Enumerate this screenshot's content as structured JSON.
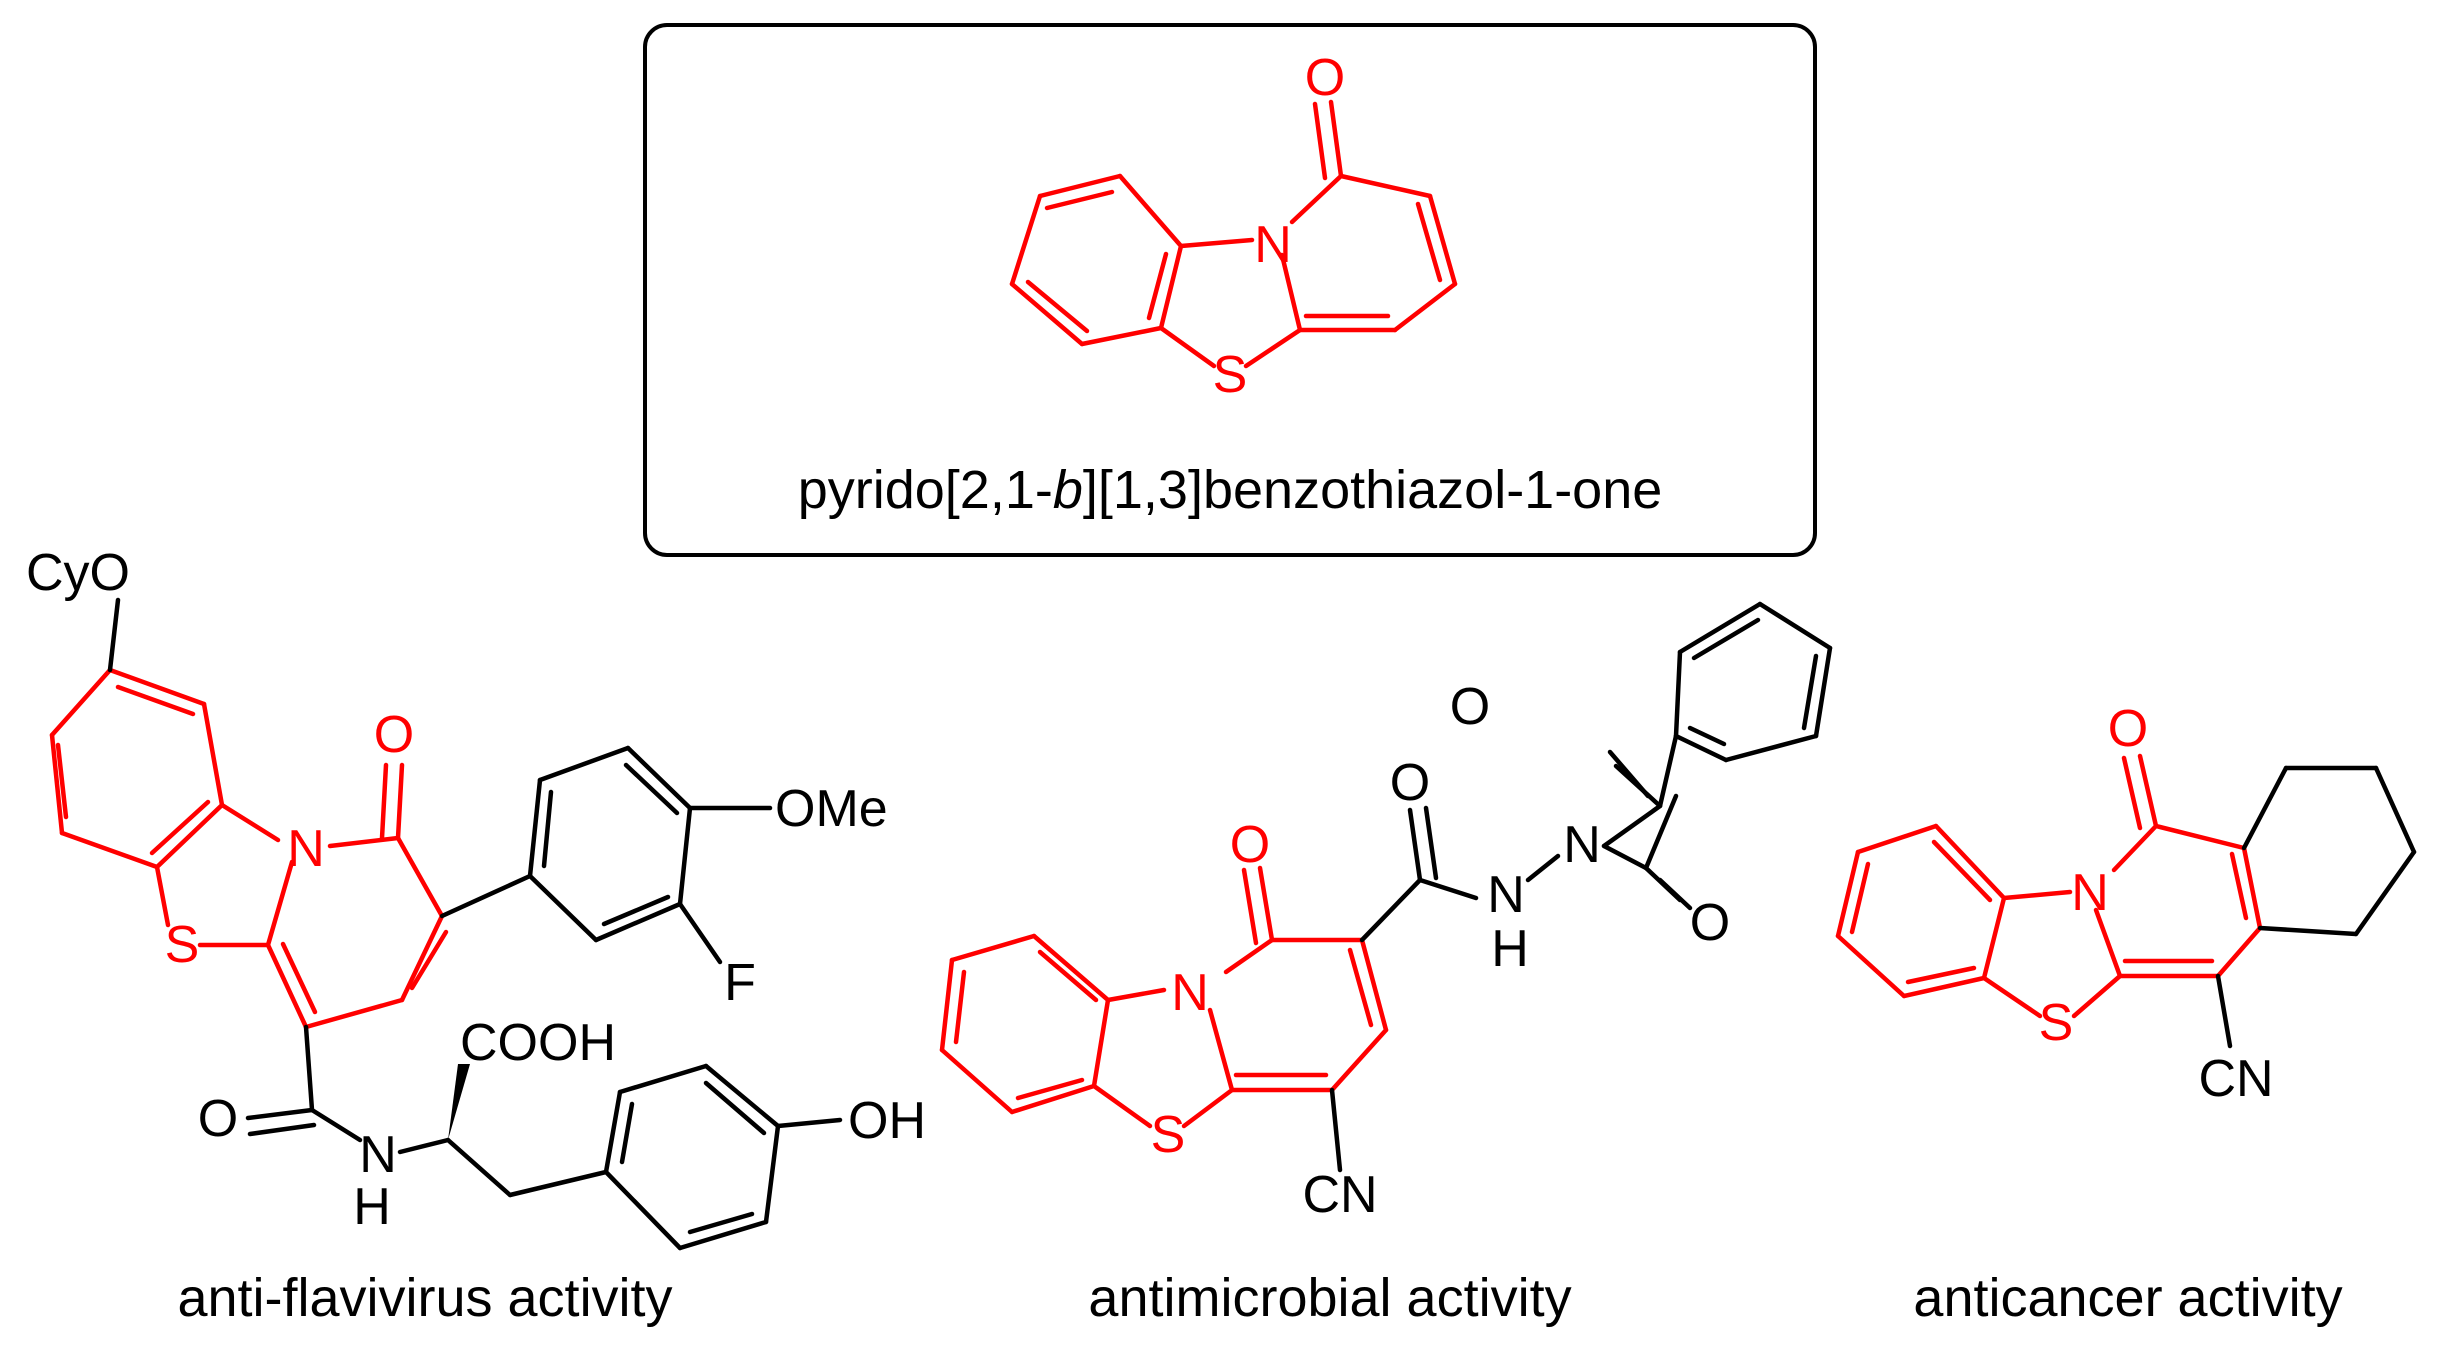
{
  "colors": {
    "core": "#ff0000",
    "substituent": "#000000",
    "frame": "#000000"
  },
  "core_box": {
    "caption_prefix": "pyrido[2,1-",
    "caption_italic": "b",
    "caption_suffix": "][1,3]benzothiazol-1-one",
    "atoms": {
      "o": "O",
      "n": "N",
      "s": "S"
    }
  },
  "compounds": [
    {
      "caption": "anti-flavivirus activity",
      "atoms": {
        "cyo": "CyO",
        "o_keto": "O",
        "n": "N",
        "s": "S",
        "ome": "OMe",
        "f": "F",
        "cooh": "COOH",
        "o_amide": "O",
        "nh_n": "N",
        "nh_h": "H",
        "oh": "OH"
      }
    },
    {
      "caption": "antimicrobial activity",
      "atoms": {
        "o_keto": "O",
        "n": "N",
        "s": "S",
        "cn": "CN",
        "o_amide": "O",
        "nh_n": "N",
        "nh_h": "H",
        "n_imide": "N",
        "o_imide1": "O",
        "o_imide2": "O"
      }
    },
    {
      "caption": "anticancer activity",
      "atoms": {
        "o_keto": "O",
        "n": "N",
        "s": "S",
        "cn": "CN"
      }
    }
  ]
}
